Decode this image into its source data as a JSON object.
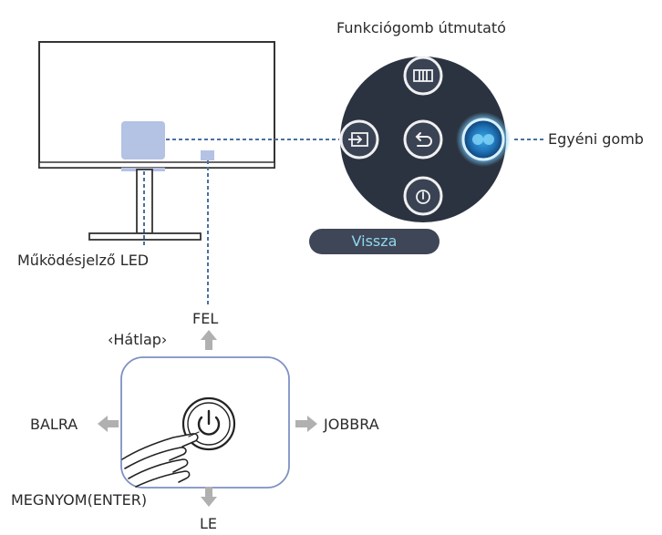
{
  "labels": {
    "function_guide_title": "Funkciógomb útmutató",
    "custom_button": "Egyéni gomb",
    "power_led": "Működésjelző LED",
    "back_pill": "Vissza",
    "rear_panel": "‹Hátlap›",
    "up": "FEL",
    "down": "LE",
    "left": "BALRA",
    "right": "JOBBRA",
    "press": "MEGNYOM(ENTER)"
  },
  "colors": {
    "leader_line": "#4a6fa5",
    "monitor_outline": "#333333",
    "led_highlight": "#b4c2e4",
    "jog_dark": "#2b3341",
    "glow_blue": "#2f9bd8",
    "arrow_gray": "#b0b0b0",
    "pill_background": "#3e4657",
    "pill_text": "#8fd8ea"
  },
  "icons": {
    "top": "picture-mode-icon",
    "left": "source-input-icon",
    "center": "return-icon",
    "right": "custom-button-icon",
    "bottom": "power-off-icon",
    "control": "power-icon"
  }
}
